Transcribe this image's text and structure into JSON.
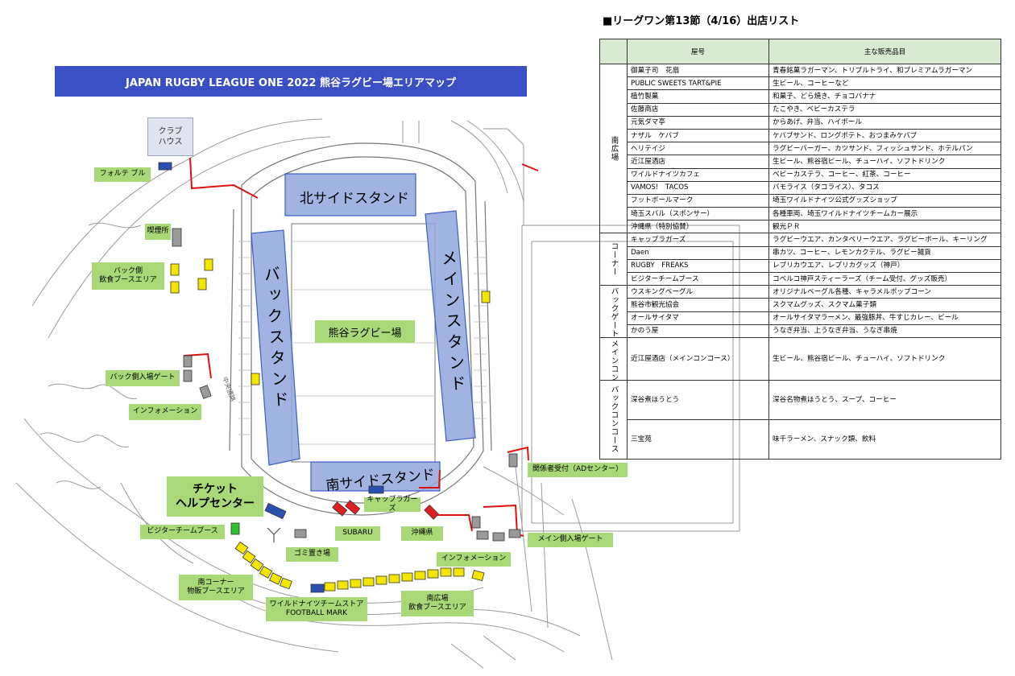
{
  "map": {
    "title": "JAPAN RUGBY LEAGUE ONE 2022 熊谷ラグビー場エリアマップ",
    "clubhouse": "クラブ\nハウス",
    "field": "熊谷ラグビー場",
    "stands": {
      "north": "北サイドスタンド",
      "south": "南サイドスタンド",
      "back": "バックスタンド",
      "main": "メインスタンド"
    },
    "labels": [
      {
        "key": "forte-table",
        "text": "フォルテ ブル"
      },
      {
        "key": "viewing",
        "text": "喫煙所"
      },
      {
        "key": "back-food",
        "text": "バック側\n飲食ブースエリア"
      },
      {
        "key": "back-gate",
        "text": "バック側入場ゲート"
      },
      {
        "key": "info-west",
        "text": "インフォメーション"
      },
      {
        "key": "ticket",
        "text": "チケット\nヘルプセンター"
      },
      {
        "key": "visitor-booth",
        "text": "ビジターチームブース"
      },
      {
        "key": "garbage",
        "text": "ゴミ置き場"
      },
      {
        "key": "south-corner",
        "text": "南コーナー\n物販ブースエリア"
      },
      {
        "key": "store",
        "text": "ワイルドナイツチームストア\nFOOTBALL MARK"
      },
      {
        "key": "subaru",
        "text": "SUBARU"
      },
      {
        "key": "okinawa",
        "text": "沖縄県"
      },
      {
        "key": "cap-ragers",
        "text": "キャップラガーズ"
      },
      {
        "key": "info-south",
        "text": "インフォメーション"
      },
      {
        "key": "south-food",
        "text": "南広場\n飲食ブースエリア"
      },
      {
        "key": "main-gate",
        "text": "メイン側入場ゲート"
      },
      {
        "key": "staff",
        "text": "関係者受付（ADセンター）"
      }
    ],
    "road_label": "中央通路",
    "colors": {
      "label_bg": "#a8d878",
      "stand_fill": "#8fa6dc",
      "banner": "#3a4fc4",
      "booth_yellow": "#f5e600",
      "booth_gray": "#9a9a9a",
      "booth_red": "#e02020",
      "booth_blue": "#2a4fb0",
      "booth_green": "#2fc02f",
      "route_red": "#e01010"
    }
  },
  "shop_list": {
    "title": "■リーグワン第13節（4/16）出店リスト",
    "headers": {
      "shop": "屋号",
      "items": "主な販売品目"
    },
    "groups": [
      {
        "area": "南広場",
        "rows": [
          {
            "shop": "御菓子司　花扇",
            "items": "青春銘菓ラガーマン、トリプルトライ、和プレミアムラガーマン"
          },
          {
            "shop": "PUBLIC SWEETS TART&PIE",
            "items": "生ビール、コーヒーなど"
          },
          {
            "shop": "植竹製菓",
            "items": "和菓子、どら焼き、チョコバナナ"
          },
          {
            "shop": "佐藤商店",
            "items": "たこやき、ベビーカステラ"
          },
          {
            "shop": "元気ダマ亭",
            "items": "からあげ、弁当、ハイボール"
          },
          {
            "shop": "ナザル　ケバブ",
            "items": "ケバブサンド、ロングポテト、おつまみケバブ"
          },
          {
            "shop": "ヘリテイジ",
            "items": "ラグビーバーガー、カツサンド、フィッシュサンド、ホテルパン"
          },
          {
            "shop": "近江屋酒店",
            "items": "生ビール、熊谷宿ビール、チューハイ、ソフトドリンク"
          },
          {
            "shop": "ワイルドナイツカフェ",
            "items": "ベビーカステラ、コーヒー、紅茶、コーヒー"
          },
          {
            "shop": "VAMOS!　TACOS",
            "items": "バモライス（タコライス）、タコス"
          },
          {
            "shop": "フットボールマーク",
            "items": "埼玉ワイルドナイツ公式グッズショップ"
          },
          {
            "shop": "埼玉スバル（スポンサー）",
            "items": "各種車両、埼玉ワイルドナイツチームカー展示"
          },
          {
            "shop": "沖縄県（特別協賛）",
            "items": "観光ＰＲ"
          }
        ]
      },
      {
        "area": "コーナー",
        "rows": [
          {
            "shop": "キャップラガーズ",
            "items": "ラグビーウエア、カンタベリーウエア、ラグビーボール、キーリング"
          },
          {
            "shop": "Daen",
            "items": "串カツ、コーヒー、レモンカクテル、ラグビー雑貨"
          },
          {
            "shop": "RUGBY　FREAKS",
            "items": "レプリカウエア、レプリカグッズ（神戸）"
          },
          {
            "shop": "ビジターチームブース",
            "items": "コベルコ神戸スティーラーズ（チーム受付、グッズ販売）"
          }
        ]
      },
      {
        "area": "バックゲート",
        "rows": [
          {
            "shop": "ウスキングベーグル",
            "items": "オリジナルベーグル各種、キャラメルポップコーン"
          },
          {
            "shop": "熊谷市観光協会",
            "items": "スクマムグッズ、スクマム菓子類"
          },
          {
            "shop": "オールサイタマ",
            "items": "オールサイタマラーメン、最強豚丼、牛すじカレー、ビール"
          },
          {
            "shop": "かのう屋",
            "items": "うなぎ弁当、上うなぎ弁当、うなぎ串焼"
          }
        ]
      },
      {
        "area": "メインコンコース",
        "rows": [
          {
            "shop": "近江屋酒店（メインコンコース）",
            "items": "生ビール、熊谷宿ビール、チューハイ、ソフトドリンク"
          }
        ]
      },
      {
        "area": "バックコンコース",
        "rows": [
          {
            "shop": "深谷煮ほうとう",
            "items": "深谷名物煮ほうとう、スープ、コーヒー"
          },
          {
            "shop": "三宝苑",
            "items": "味千ラーメン、スナック類、飲料"
          }
        ]
      }
    ]
  }
}
